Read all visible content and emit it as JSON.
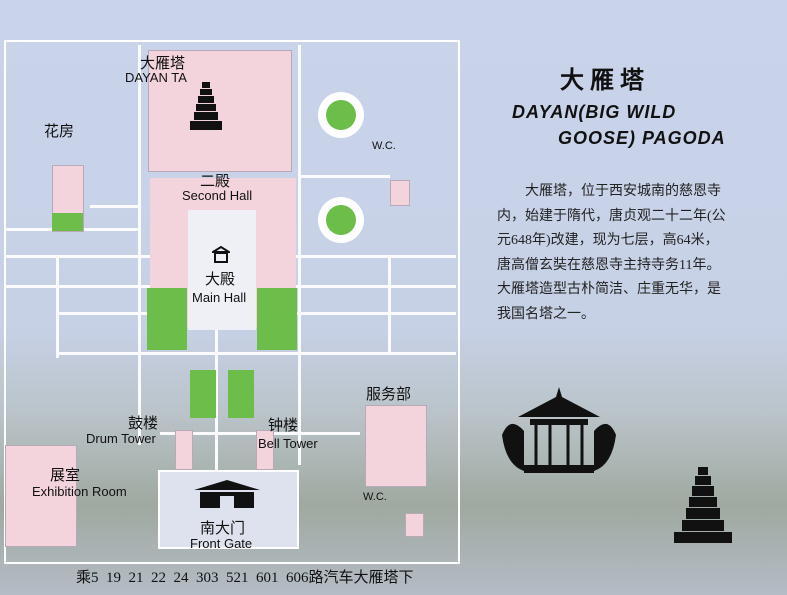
{
  "map": {
    "labels": {
      "pagoda_cn": "大雁塔",
      "pagoda_en": "DAYAN TA",
      "flower_house": "花房",
      "wc1": "W.C.",
      "wc2": "W.C.",
      "second_hall_cn": "二殿",
      "second_hall_en": "Second Hall",
      "main_hall_cn": "大殿",
      "main_hall_en": "Main Hall",
      "drum_cn": "鼓楼",
      "drum_en": "Drum Tower",
      "bell_cn": "钟楼",
      "bell_en": "Bell Tower",
      "service": "服务部",
      "exhibition_cn": "展室",
      "exhibition_en": "Exhibition Room",
      "gate_cn": "南大门",
      "gate_en": "Front Gate"
    },
    "bus_info": "乘5  19  21  22  24  303  521  601  606路汽车大雁塔下"
  },
  "info": {
    "title_cn": "大雁塔",
    "title_en_1": "DAYAN(BIG WILD",
    "title_en_2": "GOOSE) PAGODA",
    "lines": [
      "大雁塔，位于西安城南的慈恩寺",
      "内，始建于隋代，唐贞观二十二年(公",
      "元648年)改建，现为七层，高64米，",
      "唐高僧玄奘在慈恩寺主持寺务11年。",
      "大雁塔造型古朴简洁、庄重无华，是",
      "我国名塔之一。"
    ]
  },
  "colors": {
    "pink": "#f3d3dc",
    "green": "#6cbd4a",
    "bg": "#c9d3ea"
  }
}
